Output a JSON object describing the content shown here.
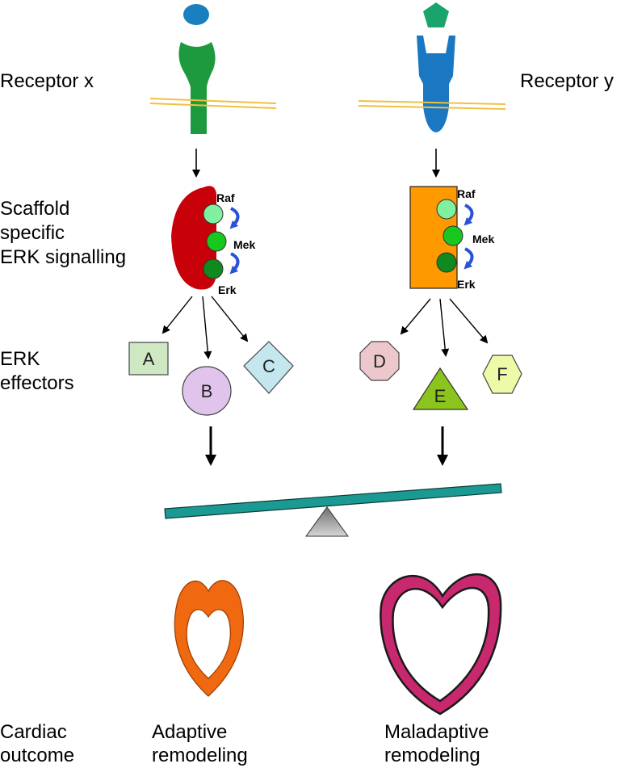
{
  "labels": {
    "receptor_x": "Receptor x",
    "receptor_y": "Receptor y",
    "scaffold": [
      "Scaffold",
      "specific",
      "ERK signalling"
    ],
    "effectors": [
      "ERK",
      "effectors"
    ],
    "cardiac_outcome": [
      "Cardiac",
      "outcome"
    ],
    "adaptive": [
      "Adaptive",
      "remodeling"
    ],
    "maladaptive": [
      "Maladaptive",
      "remodeling"
    ]
  },
  "kinases": {
    "raf": "Raf",
    "mek": "Mek",
    "erk": "Erk"
  },
  "effectors_x": [
    "A",
    "B",
    "C"
  ],
  "effectors_y": [
    "D",
    "E",
    "F"
  ],
  "colors": {
    "ligand_x": "#1a7fbf",
    "ligand_y": "#1aa36b",
    "receptor_x": "#1e9a3e",
    "receptor_y": "#1a78c2",
    "membrane": "#f0c040",
    "scaffold_x": "#c8000a",
    "scaffold_y": "#ff9900",
    "raf": "#7ef0a0",
    "mek": "#19c81e",
    "erk": "#0e8a1e",
    "curved_arrow": "#2a52d8",
    "effector_A": "#cfe8c4",
    "effector_B": "#e0c4ec",
    "effector_C": "#c4e6ee",
    "effector_D": "#ecc8cc",
    "effector_E": "#8cc41e",
    "effector_F": "#eefaa8",
    "seesaw_beam": "#1a9a92",
    "heart_adaptive": "#f06810",
    "heart_maladaptive": "#c8286e"
  }
}
